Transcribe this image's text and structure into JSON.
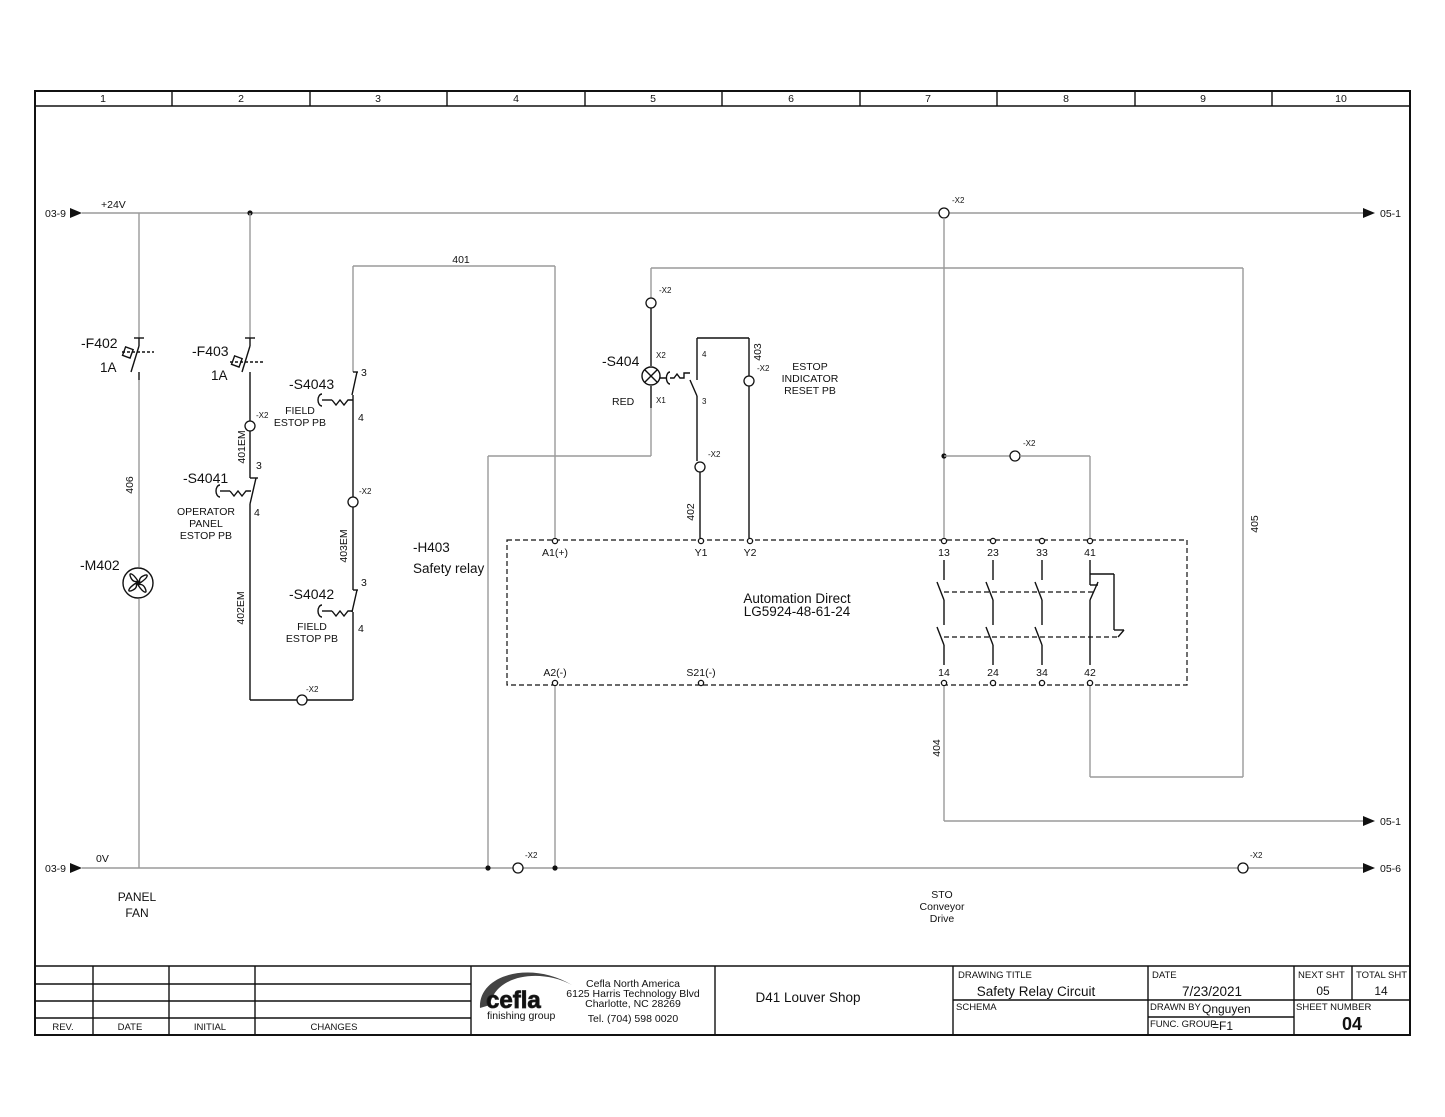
{
  "columns": [
    "1",
    "2",
    "3",
    "4",
    "5",
    "6",
    "7",
    "8",
    "9",
    "10"
  ],
  "offpage": {
    "in_top": "03-9",
    "in_bottom": "03-9",
    "out_top": "05-1",
    "out_mid": "05-1",
    "out_bottom": "05-6"
  },
  "rails": {
    "plus24": "+24V",
    "zero": "0V"
  },
  "wires": {
    "w401": "401",
    "w402": "402",
    "w403": "403",
    "w404": "404",
    "w405": "405",
    "w406": "406",
    "w401em": "401EM",
    "w402em": "402EM",
    "w403em": "403EM"
  },
  "terminal_tag": "-X2",
  "devices": {
    "f402": {
      "tag": "-F402",
      "rating": "1A"
    },
    "f403": {
      "tag": "-F403",
      "rating": "1A"
    },
    "s4041": {
      "tag": "-S4041",
      "desc": [
        "OPERATOR",
        "PANEL",
        "ESTOP PB"
      ],
      "p3": "3",
      "p4": "4"
    },
    "s4043": {
      "tag": "-S4043",
      "desc": [
        "FIELD",
        "ESTOP PB"
      ],
      "p3": "3",
      "p4": "4"
    },
    "s4042": {
      "tag": "-S4042",
      "desc": [
        "FIELD",
        "ESTOP PB"
      ],
      "p3": "3",
      "p4": "4"
    },
    "m402": {
      "tag": "-M402",
      "desc": [
        "PANEL",
        "FAN"
      ]
    },
    "s404": {
      "tag": "-S404",
      "color": "RED",
      "x1": "X1",
      "x2": "X2",
      "p3": "3",
      "p4": "4",
      "desc": [
        "ESTOP",
        "INDICATOR",
        "RESET PB"
      ]
    },
    "h403": {
      "tag": "-H403",
      "name": "Safety relay",
      "maker": "Automation Direct",
      "model": "LG5924-48-61-24",
      "pins_top": [
        "A1(+)",
        "Y1",
        "Y2",
        "13",
        "23",
        "33",
        "41"
      ],
      "pins_bottom": [
        "A2(-)",
        "S21(-)",
        "14",
        "24",
        "34",
        "42"
      ]
    },
    "sto": {
      "desc": [
        "STO",
        "Conveyor",
        "Drive"
      ]
    }
  },
  "title_block": {
    "rev_headers": [
      "REV.",
      "DATE",
      "INITIAL",
      "CHANGES"
    ],
    "company": [
      "Cefla North America",
      "6125 Harris Technology Blvd",
      "Charlotte, NC 28269",
      "Tel. (704) 598 0020"
    ],
    "logo_text": "cefla",
    "logo_sub": "finishing group",
    "project": "D41 Louver Shop",
    "drawing_title_label": "DRAWING TITLE",
    "drawing_title": "Safety Relay Circuit",
    "schema_label": "SCHEMA",
    "date_label": "DATE",
    "date": "7/23/2021",
    "drawn_by_label": "DRAWN BY",
    "drawn_by": "Qnguyen",
    "func_group_label": "FUNC. GROUP",
    "func_group": "=F1",
    "next_sht_label": "NEXT SHT",
    "next_sht": "05",
    "total_sht_label": "TOTAL SHT",
    "total_sht": "14",
    "sheet_number_label": "SHEET NUMBER",
    "sheet_number": "04"
  }
}
